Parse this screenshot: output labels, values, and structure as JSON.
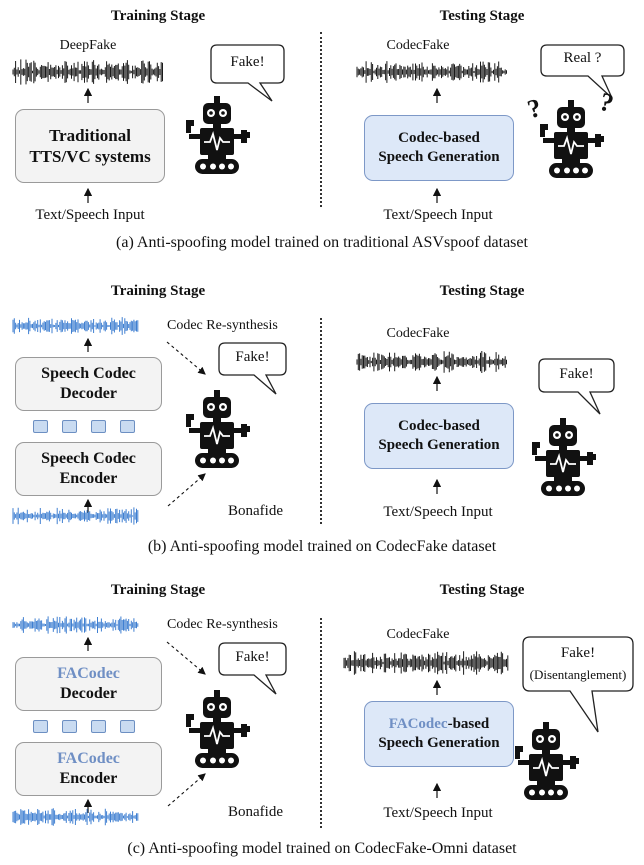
{
  "panel_a": {
    "train_title": "Training Stage",
    "test_title": "Testing Stage",
    "train_wave_label": "DeepFake",
    "train_box_line1": "Traditional",
    "train_box_line2": "TTS/VC systems",
    "train_input": "Text/Speech Input",
    "train_bubble": "Fake!",
    "test_wave_label": "CodecFake",
    "test_box_line1": "Codec-based",
    "test_box_line2": "Speech Generation",
    "test_input": "Text/Speech Input",
    "test_bubble": "Real ?",
    "question_mark": "?",
    "caption": "(a) Anti-spoofing model trained on traditional ASVspoof dataset"
  },
  "panel_b": {
    "train_title": "Training Stage",
    "test_title": "Testing Stage",
    "decoder_line1": "Speech Codec",
    "decoder_line2": "Decoder",
    "encoder_line1": "Speech Codec",
    "encoder_line2": "Encoder",
    "resynth_label": "Codec Re-synthesis",
    "bonafide_label": "Bonafide",
    "train_bubble": "Fake!",
    "test_wave_label": "CodecFake",
    "test_box_line1": "Codec-based",
    "test_box_line2": "Speech Generation",
    "test_input": "Text/Speech Input",
    "test_bubble": "Fake!",
    "caption": "(b) Anti-spoofing model trained on CodecFake dataset"
  },
  "panel_c": {
    "train_title": "Training Stage",
    "test_title": "Testing Stage",
    "facodec": "FACodec",
    "decoder_word": "Decoder",
    "encoder_word": "Encoder",
    "resynth_label": "Codec Re-synthesis",
    "bonafide_label": "Bonafide",
    "train_bubble": "Fake!",
    "test_wave_label": "CodecFake",
    "test_box_suffix": "-based",
    "test_box_line2": "Speech Generation",
    "test_input": "Text/Speech Input",
    "test_bubble_line1": "Fake!",
    "test_bubble_line2": "(Disentanglement)",
    "caption": "(c) Anti-spoofing model trained on CodecFake-Omni dataset"
  },
  "colors": {
    "wave_black": "#1a1a1a",
    "wave_blue": "#3f7fd1",
    "box_blue": "#dde8f8",
    "box_gray": "#f3f3f3"
  },
  "icons": [
    "robot-icon",
    "waveform-icon",
    "arrow-icon",
    "speech-bubble-icon"
  ]
}
